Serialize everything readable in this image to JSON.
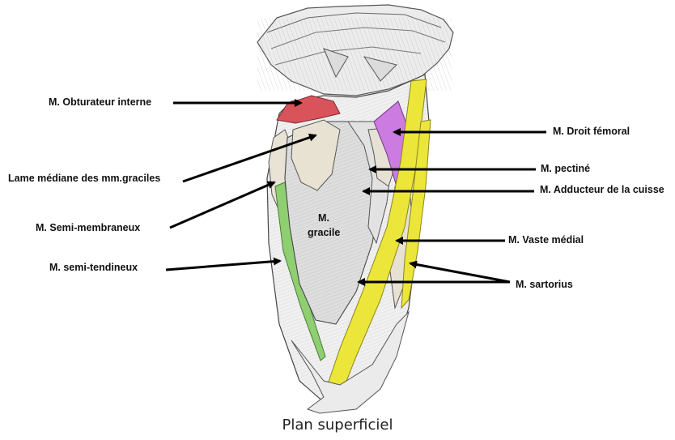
{
  "diagram": {
    "caption": "Plan superficiel",
    "inner_label": {
      "line1": "M.",
      "line2": "gracile"
    },
    "labels": {
      "obturateur": "M. Obturateur interne",
      "lame": "Lame médiane des mm.graciles",
      "semi_membraneux": "M. Semi-membraneux",
      "semi_tendineux": "M. semi-tendineux",
      "droit_femoral": "M. Droit fémoral",
      "pectine": "M. pectiné",
      "adducteur": "M. Adducteur de la cuisse",
      "vaste_medial": "M. Vaste médial",
      "sartorius": "M. sartorius"
    },
    "colors": {
      "obturateur_interne": "#d9535a",
      "droit_femoral": "#cc7be0",
      "semi_tendineux": "#8fcf72",
      "sartorius": "#ece63a",
      "gracile": "#d8d8d8",
      "bone": "#e8e8e8",
      "arrow": "#000000"
    }
  }
}
